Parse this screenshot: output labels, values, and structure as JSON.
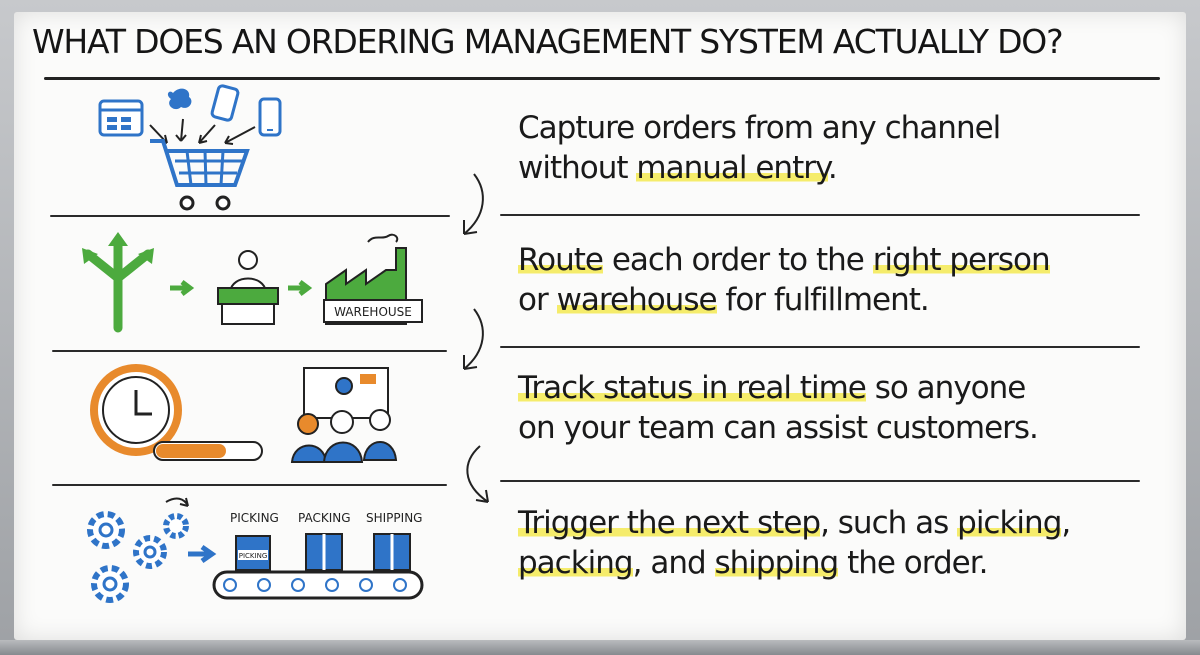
{
  "title": "WHAT DOES AN ORDERING MANAGEMENT SYSTEM ACTUALLY DO?",
  "steps": [
    {
      "lines": [
        [
          {
            "t": "Capture orders from any channel",
            "hl": false
          }
        ],
        [
          {
            "t": "without ",
            "hl": false
          },
          {
            "t": "manual entry",
            "hl": true
          },
          {
            "t": ".",
            "hl": false
          }
        ]
      ]
    },
    {
      "lines": [
        [
          {
            "t": "Route",
            "hl": true
          },
          {
            "t": " each order to the ",
            "hl": false
          },
          {
            "t": "right person",
            "hl": true
          }
        ],
        [
          {
            "t": "or ",
            "hl": false
          },
          {
            "t": "warehouse",
            "hl": true
          },
          {
            "t": " for fulfillment.",
            "hl": false
          }
        ]
      ]
    },
    {
      "lines": [
        [
          {
            "t": "Track status in real time",
            "hl": true
          },
          {
            "t": " so anyone",
            "hl": false
          }
        ],
        [
          {
            "t": "on your team can assist customers.",
            "hl": false
          }
        ]
      ]
    },
    {
      "lines": [
        [
          {
            "t": "Trigger the next step",
            "hl": true
          },
          {
            "t": ", such as ",
            "hl": false
          },
          {
            "t": "picking",
            "hl": true
          },
          {
            "t": ",",
            "hl": false
          }
        ],
        [
          {
            "t": "packing",
            "hl": true
          },
          {
            "t": ", and ",
            "hl": false
          },
          {
            "t": "shipping",
            "hl": true
          },
          {
            "t": " the order.",
            "hl": false
          }
        ]
      ]
    }
  ],
  "icon_labels": {
    "warehouse": "WAREHOUSE",
    "picking": "PICKING",
    "packing": "PACKING",
    "shipping": "SHIPPING",
    "box_label": "PICKING"
  },
  "icons": [
    "browser-icon",
    "bouquet-icon",
    "smartphone-icon",
    "tablet-icon",
    "shopping-cart-icon",
    "split-arrow-icon",
    "person-at-desk-icon",
    "factory-icon",
    "clock-icon",
    "progress-bar-icon",
    "team-presentation-icon",
    "gears-icon",
    "conveyor-belt-icon",
    "box-icon",
    "curved-arrow-icon"
  ],
  "colors": {
    "blue": "#2f74c8",
    "green": "#4caa3e",
    "orange": "#e88a2c",
    "highlight": "#f5ec6b",
    "ink": "#1a1a1a"
  }
}
